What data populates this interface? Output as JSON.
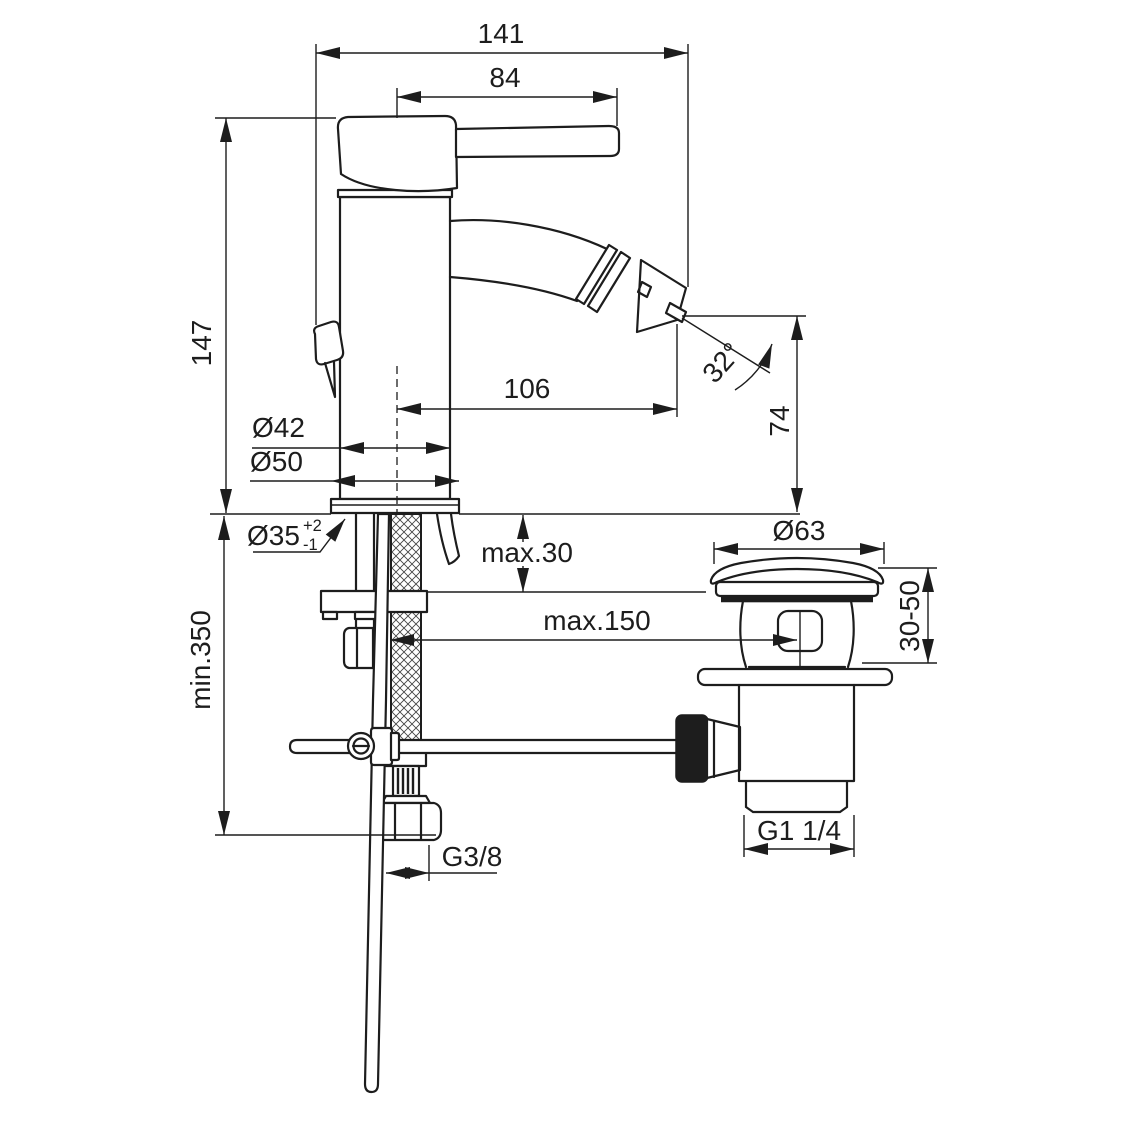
{
  "page": {
    "background": "#ffffff",
    "line_color": "#1d1d1d"
  },
  "drawing": {
    "kind": "technical dimension drawing",
    "subject": "single-lever bidet mixer with flexible supply hoses and pop-up waste",
    "dims": {
      "overall_width": "141",
      "lever_length": "84",
      "height": "147",
      "spout_reach": "106",
      "body_dia": "Ø42",
      "base_dia": "Ø50",
      "hole_dia": "Ø35",
      "hole_tol_plus": "+2",
      "hole_tol_minus": "-1",
      "deck_max": "max.30",
      "waste_offset_max": "max.150",
      "hose_min": "min.350",
      "waste_cap_dia": "Ø63",
      "waste_height": "30-50",
      "angle": "32°",
      "outlet_height": "74",
      "supply_thread": "G3/8",
      "waste_thread": "G1 1/4"
    }
  }
}
